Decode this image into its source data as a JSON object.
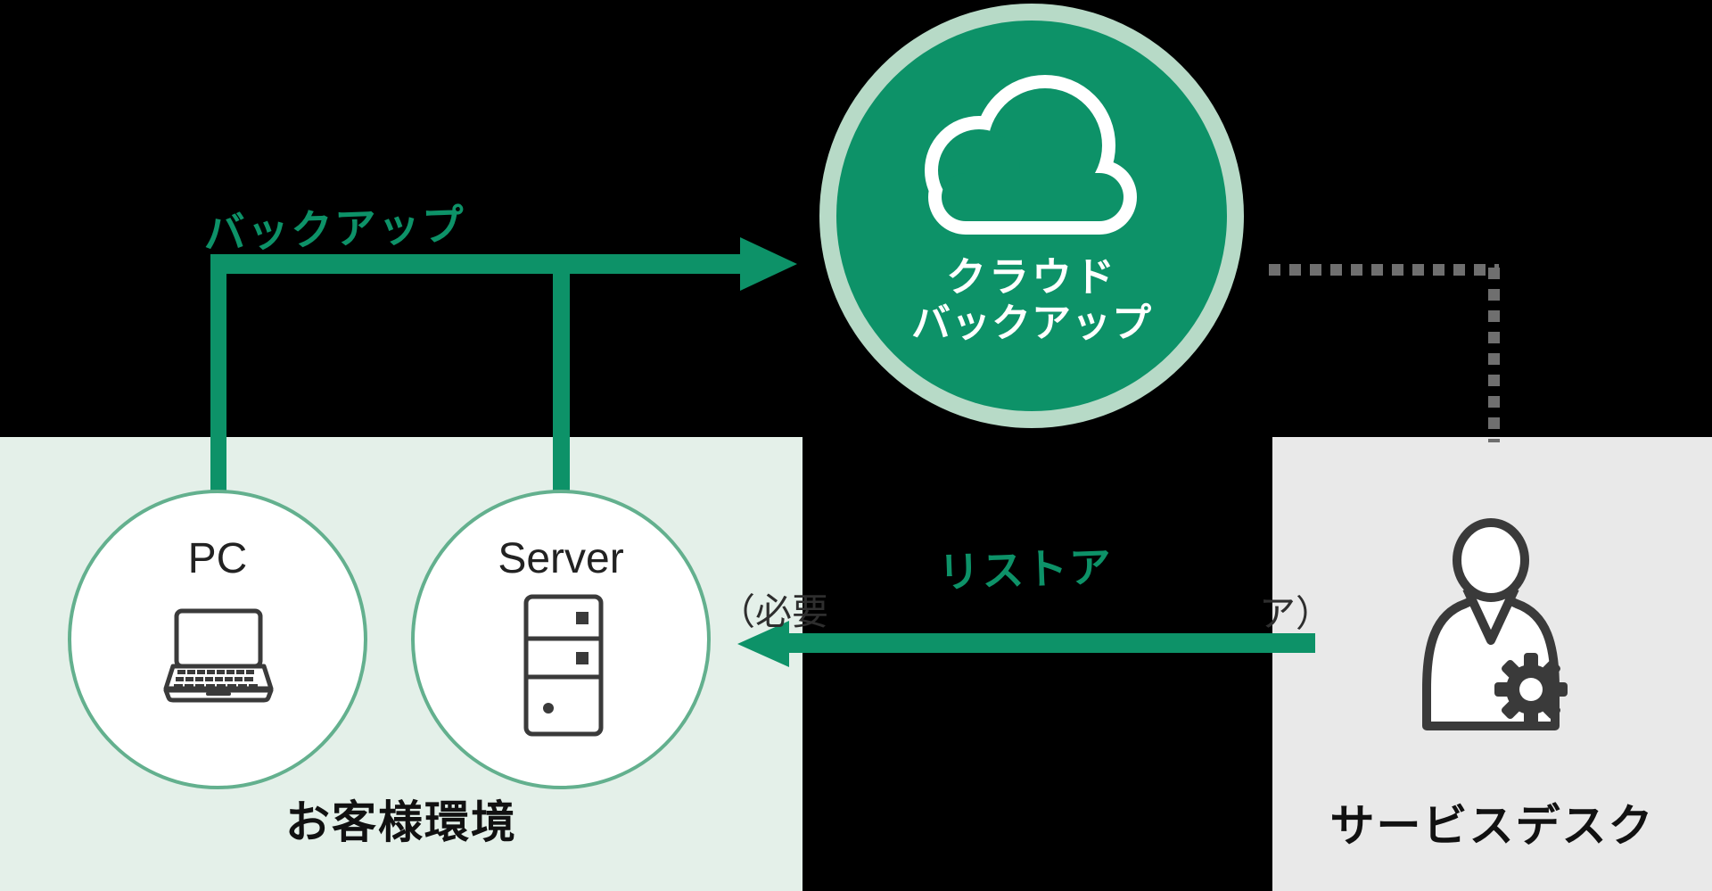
{
  "colors": {
    "background": "#000000",
    "accent_green": "#0d9268",
    "pale_ring_green": "#b7dac7",
    "customer_box_bg": "#e4f0e9",
    "service_box_bg": "#e9e9e9",
    "node_circle_border": "#63b08e",
    "dotted_line_gray": "#6f6f6f",
    "icon_stroke_dark": "#3a3a3a",
    "label_black": "#111111",
    "cloud_text_white": "#ffffff"
  },
  "cloud": {
    "icon": "cloud-icon",
    "label_line1": "クラウド",
    "label_line2": "バックアップ"
  },
  "customer_environment": {
    "title": "お客様環境",
    "nodes": [
      {
        "label": "PC",
        "icon": "laptop-icon"
      },
      {
        "label": "Server",
        "icon": "server-tower-icon"
      }
    ]
  },
  "service_desk": {
    "title": "サービスデスク",
    "icon": "person-gear-icon"
  },
  "flows": {
    "backup": {
      "label": "バックアップ",
      "direction": "customer-to-cloud"
    },
    "restore": {
      "label": "リストア",
      "direction": "servicedesk-to-customer",
      "note_fragment_left": "（必要",
      "note_fragment_right": "ア）"
    },
    "cloud_to_servicedesk": {
      "style": "dotted"
    }
  }
}
